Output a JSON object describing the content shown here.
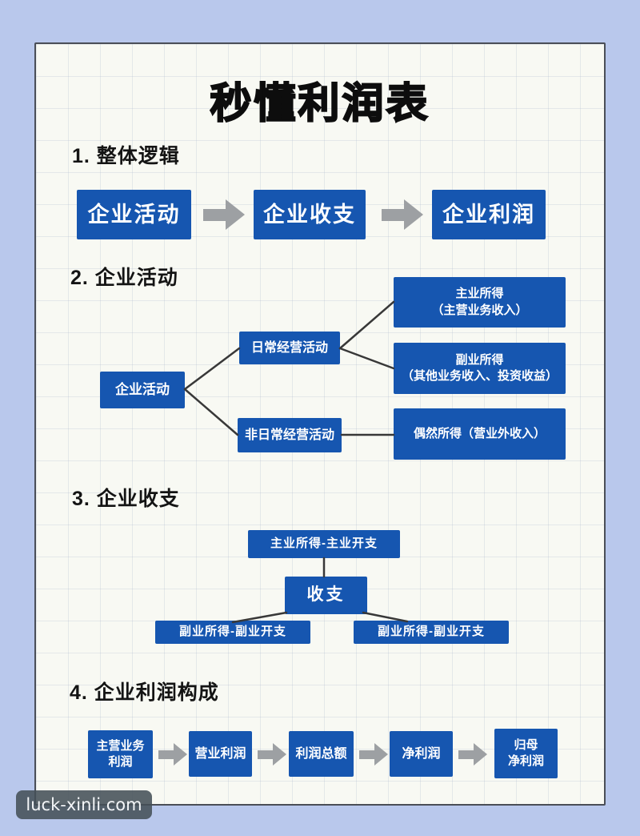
{
  "page": {
    "title": "秒懂利润表",
    "watermark": "luck-xinli.com"
  },
  "colors": {
    "page_bg": "#b9c8ec",
    "card_bg": "#f8f9f3",
    "box_blue": "#1656b0",
    "box_text": "#ffffff",
    "arrow_gray": "#9da0a3",
    "connector_line": "#383838",
    "title_text": "#0d0d0d"
  },
  "sections": {
    "logic": {
      "heading": "1. 整体逻辑",
      "flow": [
        "企业活动",
        "企业收支",
        "企业利润"
      ]
    },
    "activities": {
      "heading": "2. 企业活动",
      "root": "企业活动",
      "daily": "日常经营活动",
      "nondaily": "非日常经营活动",
      "main_income": "主业所得\n（主营业务收入）",
      "side_income": "副业所得\n（其他业务收入、投资收益）",
      "occasional_income": "偶然所得（营业外收入）"
    },
    "balance": {
      "heading": "3. 企业收支",
      "top": "主业所得-主业开支",
      "center": "收支",
      "left": "副业所得-副业开支",
      "right": "副业所得-副业开支"
    },
    "profit": {
      "heading": "4. 企业利润构成",
      "flow": [
        "主营业务\n利润",
        "营业利润",
        "利润总额",
        "净利润",
        "归母\n净利润"
      ]
    }
  }
}
